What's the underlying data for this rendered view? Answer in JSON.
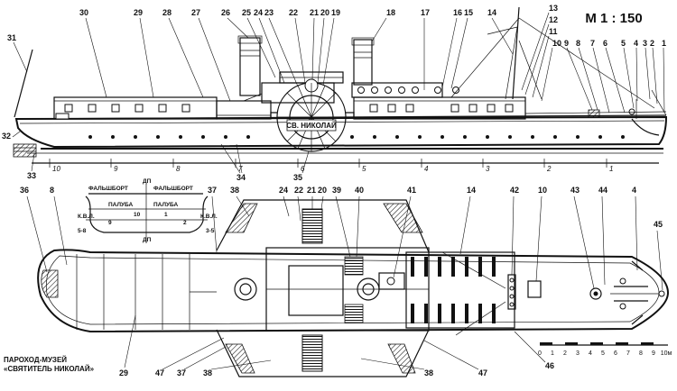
{
  "scale_title": "М 1 : 150",
  "caption": {
    "line1": "ПАРОХОД-МУЗЕЙ",
    "line2": "«СВЯТИТЕЛЬ НИКОЛАЙ»"
  },
  "paddle_box_name": "СВ. НИКОЛАЙ",
  "section_labels": {
    "dp_top": "ДП",
    "dp_bottom": "ДП",
    "falshbort_left": "ФАЛЬШБОРТ",
    "falshbort_right": "ФАЛЬШБОРТ",
    "paluba_left": "ПАЛУБА",
    "paluba_right": "ПАЛУБА",
    "kvl_left": "К.В.Л.",
    "kvl_right": "К.В.Л.",
    "left_ref": "5-8",
    "right_ref": "3-5",
    "num_10": "10",
    "num_1": "1",
    "num_9": "9",
    "num_2": "2"
  },
  "stations": [
    "10",
    "9",
    "8",
    "7",
    "6",
    "5",
    "4",
    "3",
    "2",
    "1"
  ],
  "scale_bar": {
    "labels": [
      "0",
      "1",
      "2",
      "3",
      "4",
      "5",
      "6",
      "7",
      "8",
      "9",
      "10м"
    ]
  },
  "side_callouts": [
    "30",
    "29",
    "28",
    "27",
    "26",
    "25",
    "24",
    "23",
    "22",
    "21",
    "20",
    "19",
    "18",
    "17",
    "16",
    "15",
    "14",
    "13",
    "12",
    "11",
    "10",
    "9",
    "8",
    "7",
    "6",
    "5",
    "4",
    "3",
    "2",
    "1",
    "31",
    "32",
    "33",
    "34",
    "35"
  ],
  "plan_callouts": [
    "36",
    "8",
    "37",
    "38",
    "24",
    "22",
    "21",
    "20",
    "39",
    "40",
    "41",
    "14",
    "42",
    "10",
    "43",
    "44",
    "4",
    "45",
    "29",
    "47",
    "37",
    "38",
    "38",
    "47",
    "46"
  ]
}
